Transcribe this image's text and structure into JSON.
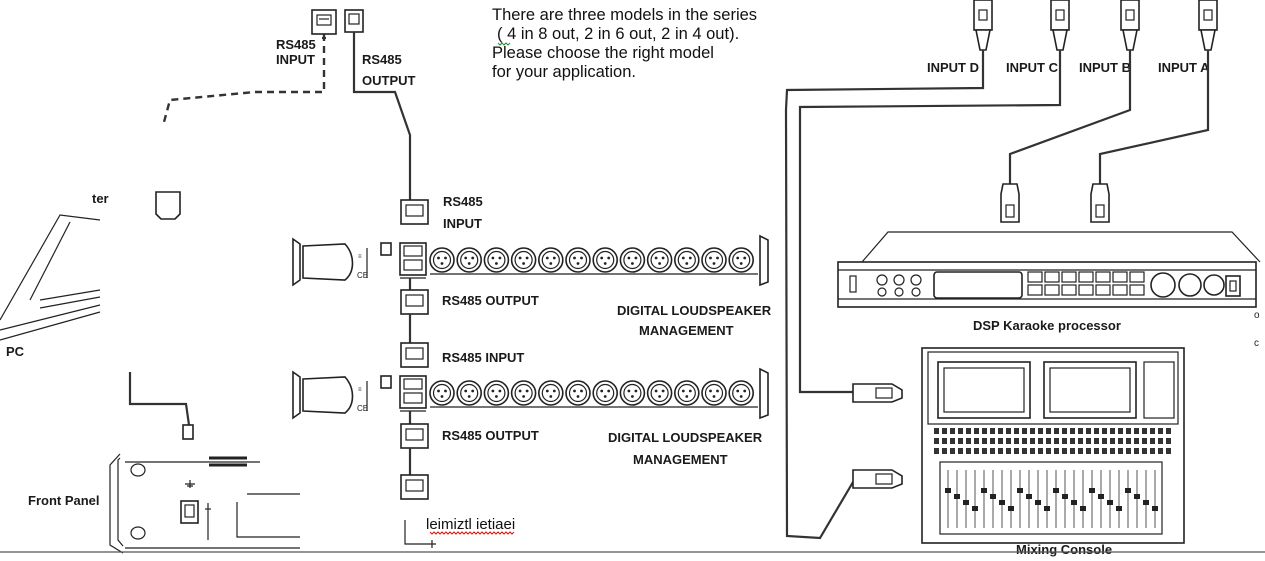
{
  "note": {
    "line1": "There are three models in the series",
    "line2": "( 4 in 8 out, 2 in 6 out, 2 in 4 out).",
    "line3": "Please choose the right model",
    "line4": "for your application."
  },
  "labels": {
    "rs485_input_top": "RS485",
    "rs485_input_top2": "INPUT",
    "rs485_output_top": "RS485",
    "rs485_output_top2": "OUTPUT",
    "converter_partial": "ter",
    "pc": "PC",
    "front_panel": "Front Panel",
    "unit1_rs485_input_a": "RS485",
    "unit1_rs485_input_b": "INPUT",
    "unit1_rs485_output": "RS485 OUTPUT",
    "unit2_rs485_input": "RS485 INPUT",
    "unit2_rs485_output": "RS485 OUTPUT",
    "dlm1_line1": "DIGITAL LOUDSPEAKER",
    "dlm1_line2": "MANAGEMENT",
    "dlm2_line1": "DIGITAL LOUDSPEAKER",
    "dlm2_line2": "MANAGEMENT",
    "input_d": "INPUT D",
    "input_c": "INPUT C",
    "input_b": "INPUT B",
    "input_a": "INPUT A",
    "dsp": "DSP Karaoke processor",
    "mixing": "Mixing Console",
    "garbled": "leimiztl ietiaei"
  },
  "colors": {
    "line": "#333333",
    "spell_underline": "#dd1111"
  }
}
